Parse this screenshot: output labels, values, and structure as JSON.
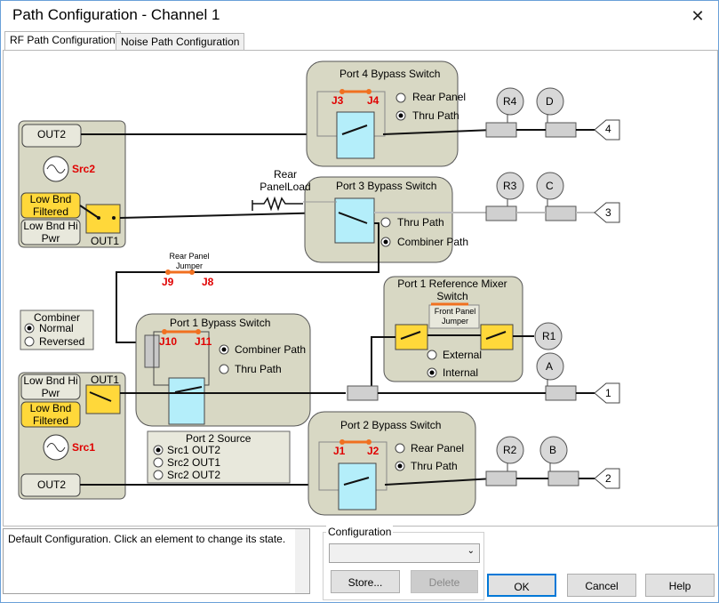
{
  "window": {
    "title": "Path Configuration - Channel 1",
    "close_glyph": "✕"
  },
  "tabs": [
    {
      "label": "RF Path Configuration",
      "active": true
    },
    {
      "label": "Noise Path Configuration",
      "active": false
    }
  ],
  "diagram": {
    "src2": {
      "out2": "OUT2",
      "name": "Src2",
      "lowbnd_filtered": "Low Bnd Filtered",
      "lowbnd_hipwr": "Low Bnd Hi Pwr",
      "out1": "OUT1"
    },
    "src1": {
      "out2": "OUT2",
      "name": "Src1",
      "lowbnd_filtered": "Low Bnd Filtered",
      "lowbnd_hipwr": "Low Bnd Hi Pwr",
      "out1": "OUT1"
    },
    "port4": {
      "title": "Port 4 Bypass Switch",
      "j_left": "J3",
      "j_right": "J4",
      "opt1": "Rear Panel",
      "opt2": "Thru Path",
      "selected": "Thru Path"
    },
    "port3": {
      "title": "Port 3 Bypass Switch",
      "opt1": "Thru Path",
      "opt2": "Combiner Path",
      "selected": "Combiner Path",
      "rear_load": "Rear PanelLoad"
    },
    "port2": {
      "title": "Port 2 Bypass Switch",
      "j_left": "J1",
      "j_right": "J2",
      "opt1": "Rear Panel",
      "opt2": "Thru Path",
      "selected": "Thru Path"
    },
    "port1": {
      "title": "Port 1 Bypass Switch",
      "j_left": "J10",
      "j_right": "J11",
      "opt1": "Combiner Path",
      "opt2": "Thru Path",
      "selected": "Combiner Path"
    },
    "ref_mixer": {
      "title": "Port 1 Reference Mixer Switch",
      "jumper": "Front Panel Jumper",
      "opt1": "External",
      "opt2": "Internal",
      "selected": "Internal"
    },
    "rear_jumper": {
      "label": "Rear Panel Jumper",
      "j_left": "J9",
      "j_right": "J8"
    },
    "combiner": {
      "title": "Combiner",
      "opt1": "Normal",
      "opt2": "Reversed",
      "selected": "Normal"
    },
    "port2_source": {
      "title": "Port 2 Source",
      "options": [
        "Src1 OUT2",
        "Src2 OUT1",
        "Src2 OUT2"
      ],
      "selected": "Src1 OUT2"
    },
    "receivers": {
      "r4": "R4",
      "d": "D",
      "r3": "R3",
      "c": "C",
      "r1": "R1",
      "a": "A",
      "r2": "R2",
      "b": "B"
    },
    "ports": {
      "p4": "4",
      "p3": "3",
      "p1": "1",
      "p2": "2"
    }
  },
  "status_text": "Default Configuration. Click an element to change its state.",
  "configuration": {
    "label": "Configuration",
    "value": ""
  },
  "buttons": {
    "store": "Store...",
    "delete": "Delete",
    "ok": "OK",
    "cancel": "Cancel",
    "help": "Help"
  },
  "colors": {
    "block_fill": "#d8d8c4",
    "switch_fill": "#ffd83a",
    "cyan_fill": "#b4eefa",
    "jumper": "#f07020",
    "label_red": "#e00000",
    "accent": "#0078d7"
  }
}
